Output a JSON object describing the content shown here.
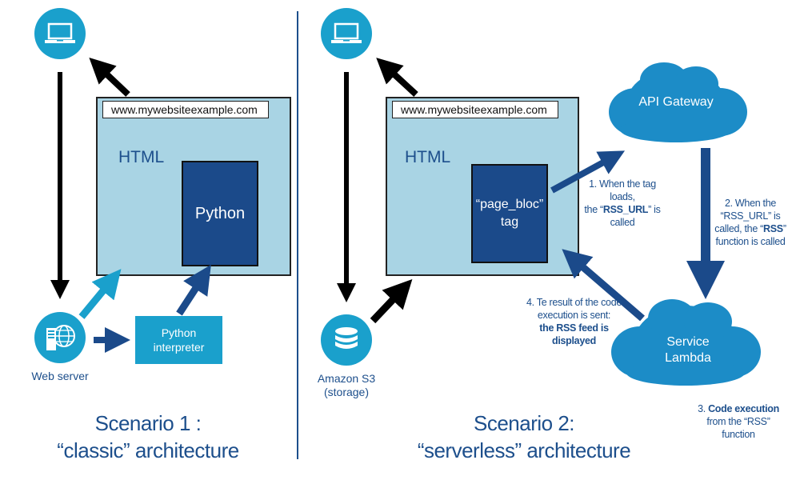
{
  "left": {
    "url": "www.mywebsiteexample.com",
    "html_label": "HTML",
    "python_label": "Python",
    "interpreter_label": "Python interpreter",
    "server_caption": "Web server",
    "scenario_line1": "Scenario 1 :",
    "scenario_line2": "“classic” architecture"
  },
  "right": {
    "url": "www.mywebsiteexample.com",
    "html_label": "HTML",
    "tag_line1": "“page_bloc”",
    "tag_line2": "tag",
    "s3_caption_line1": "Amazon S3",
    "s3_caption_line2": "(storage)",
    "api_gateway_label": "API Gateway",
    "lambda_line1": "Service",
    "lambda_line2": "Lambda",
    "scenario_line1": "Scenario 2:",
    "scenario_line2": "“serverless” architecture"
  },
  "notes": {
    "n1_a": "1. When the tag",
    "n1_b": "loads,",
    "n1_c_pre": "the “",
    "n1_c_bold": "RSS_URL",
    "n1_c_post": "” is",
    "n1_d": "called",
    "n2_a": "2. When the",
    "n2_b": "“RSS_URL” is",
    "n2_c_pre": "called, the “",
    "n2_c_bold": "RSS",
    "n2_c_post": "”",
    "n2_d": "function is called",
    "n3_a_pre": "3. ",
    "n3_a_bold": "Code execution",
    "n3_b": "from the “RSS”",
    "n3_c": "function",
    "n4_a": "4. Te result of the code",
    "n4_b": "execution is sent:",
    "n4_c_bold": "the RSS feed is",
    "n4_d_bold": "displayed"
  },
  "icons": {
    "laptop_left": "laptop-icon",
    "laptop_right": "laptop-icon",
    "server": "web-server-globe-icon",
    "database": "database-icon"
  },
  "colors": {
    "accent": "#1aa0cc",
    "dark_blue": "#1b4a8a",
    "window_fill": "#a9d4e4",
    "cloud": "#1c8cc7",
    "text": "#1d4f8c"
  }
}
